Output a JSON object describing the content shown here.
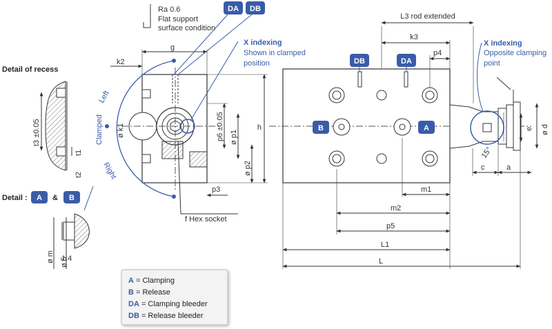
{
  "colors": {
    "accent": "#3a5ca8",
    "line": "#333333",
    "hatch": "#555555"
  },
  "surface": {
    "roughness": "Ra 0.6",
    "note1": "Flat support",
    "note2": "surface condition"
  },
  "badges": {
    "da": "DA",
    "db": "DB",
    "a": "A",
    "b": "B"
  },
  "callouts": {
    "x_indexing_title": "X indexing",
    "x_indexing_line1": "Shown in clamped",
    "x_indexing_line2": "position",
    "x_indexing_right_title": "X indexing",
    "x_indexing_right_line1": "Opposite clamping",
    "x_indexing_right_line2": "point"
  },
  "detail": {
    "recess_title": "Detail of recess",
    "ab_prefix": "Detail :",
    "ab_and": "&"
  },
  "positions": {
    "clamped": "Clamped",
    "left": "Left",
    "right": "Right"
  },
  "dims": {
    "g": "g",
    "k2": "k2",
    "k1": "ø k1",
    "p6": "p6 ±0.05",
    "p1": "ø p1",
    "p2": "ø p2",
    "h": "h",
    "p3": "p3",
    "f_hex": "f  Hex socket",
    "t3": "t3 ±0.05",
    "t1": "t1",
    "t2": "t2",
    "m": "ø m",
    "five": "ø 5",
    "one_four": "1.4",
    "l3": "L3 rod extended",
    "k3": "k3",
    "p4": "p4",
    "e": "e",
    "d": "ø d",
    "c": "c",
    "a": "a",
    "angle": "15°",
    "m1": "m1",
    "m2": "m2",
    "p5": "p5",
    "l1": "L1",
    "l": "L"
  },
  "legend": [
    {
      "key": "A",
      "text": " = Clamping"
    },
    {
      "key": "B",
      "text": " = Release"
    },
    {
      "key": "DA",
      "text": " = Clamping bleeder"
    },
    {
      "key": "DB",
      "text": " = Release bleeder"
    }
  ]
}
